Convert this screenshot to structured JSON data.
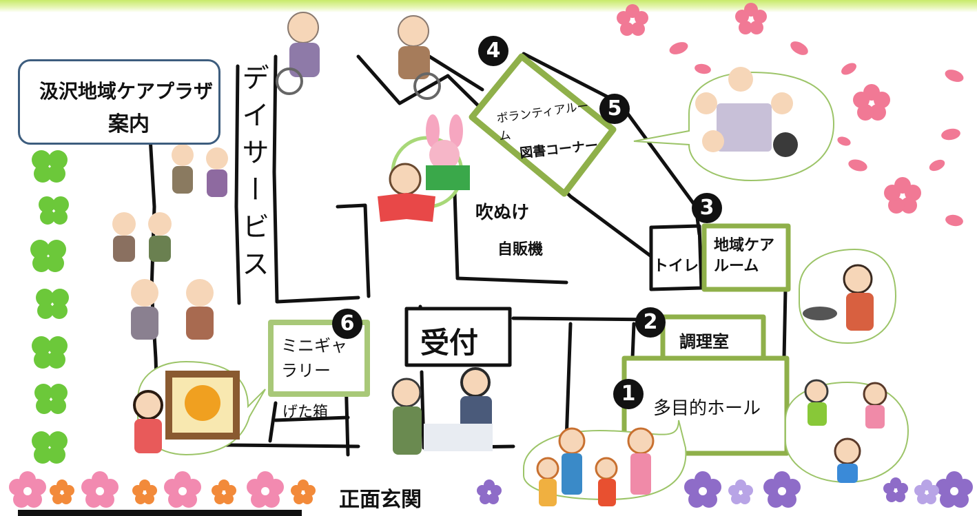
{
  "title": {
    "line1": "汲沢地域ケアプラザ",
    "line2": "案内"
  },
  "rooms": {
    "day_service": "デイサービス",
    "volunteer_room": "ボランティアルーム",
    "library_corner": "図書コーナー",
    "fukinuke": "吹ぬけ",
    "vending": "自販機",
    "toilet": "トイレ",
    "community_care_room": "地域ケアルーム",
    "cooking_room": "調理室",
    "multipurpose_hall": "多目的ホール",
    "reception": "受付",
    "mini_gallery": "ミニギャラリー",
    "shoe_box": "げた箱",
    "main_entrance": "正面玄関"
  },
  "markers": [
    "1",
    "2",
    "3",
    "4",
    "5",
    "6"
  ],
  "colors": {
    "frame_green": "#8fb04a",
    "light_green": "#a8c878",
    "title_border": "#3d5d7e",
    "clover": "#6cc83a",
    "sakura": "#f06a8a"
  },
  "illustrations": [
    "seniors-in-wheelchairs-icon",
    "seniors-karaoke-icon",
    "senior-couple-icon",
    "seniors-chatting-icon",
    "rabbit-reading-icon",
    "girl-reading-icon",
    "kids-at-table-icon",
    "cooking-woman-icon",
    "kids-playing-icon",
    "family-exercise-icon",
    "reception-staff-icon",
    "woman-viewing-painting-icon",
    "clover-icon",
    "sakura-icon",
    "flower-icon"
  ]
}
